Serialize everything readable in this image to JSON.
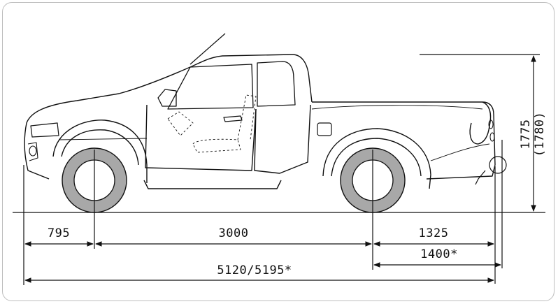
{
  "dimensions": {
    "front_overhang": "795",
    "wheelbase": "3000",
    "rear_overhang": "1325",
    "rear_overhang_alt": "1400*",
    "overall_length": "5120/5195*",
    "height": "1775",
    "height_alt": "(1780)"
  },
  "colors": {
    "line": "#111111",
    "tire": "#a8a8a8",
    "frame": "#bdbdbd"
  }
}
